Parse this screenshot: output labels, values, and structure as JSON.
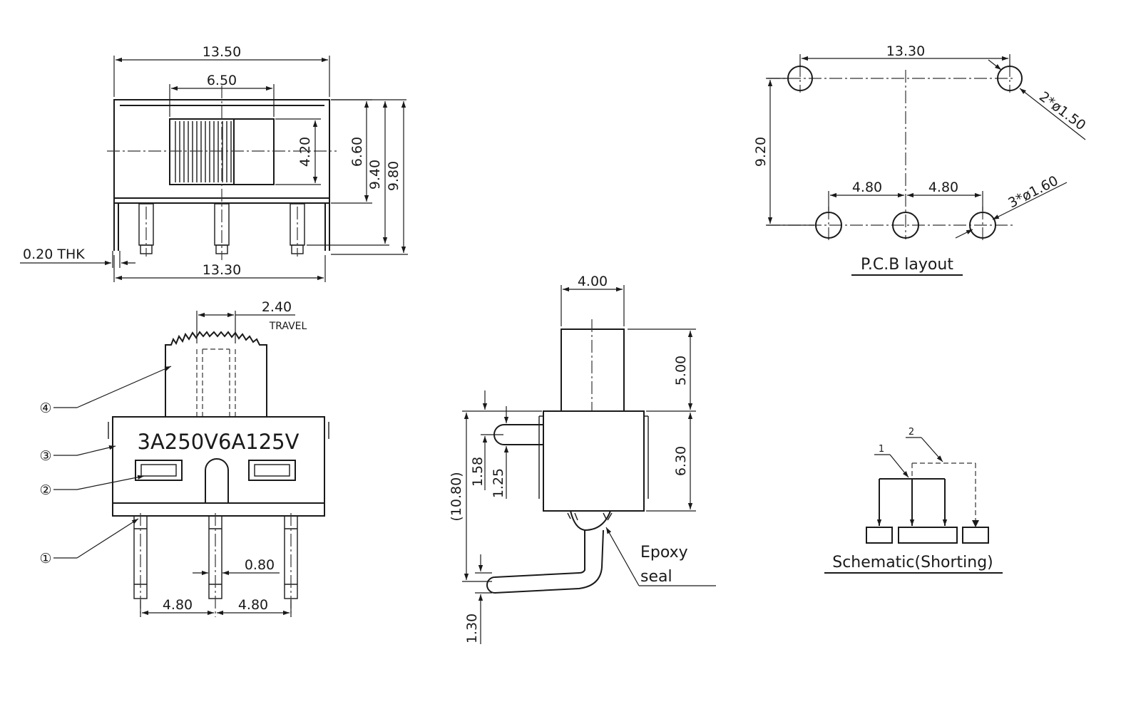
{
  "front_view": {
    "dim_width_overall": "13.50",
    "dim_actuator_width": "6.50",
    "dim_actuator_height": "4.20",
    "dim_body_height": "6.60",
    "dim_height_9_40": "9.40",
    "dim_height_9_80": "9.80",
    "dim_thickness": "0.20 THK",
    "dim_width_bottom": "13.30"
  },
  "side_view": {
    "dim_travel": "2.40",
    "travel_label": "TRAVEL",
    "rating_marking": "3A250V6A125V",
    "callouts": [
      "④",
      "③",
      "②",
      "①"
    ],
    "dim_pin_width": "0.80",
    "dim_pitch_left": "4.80",
    "dim_pitch_right": "4.80"
  },
  "end_view": {
    "dim_actuator": "4.00",
    "dim_actuator_height": "5.00",
    "dim_body_height": "6.30",
    "dim_overall": "(10.80)",
    "dim_1_58": "1.58",
    "dim_1_25": "1.25",
    "dim_1_30": "1.30",
    "epoxy_line1": "Epoxy",
    "epoxy_line2": "seal"
  },
  "pcb_layout": {
    "dim_span": "13.30",
    "dim_hole_large": "2*ø1.50",
    "dim_height": "9.20",
    "dim_pitch_left": "4.80",
    "dim_pitch_right": "4.80",
    "dim_hole_small": "3*ø1.60",
    "title": "P.C.B layout"
  },
  "schematic": {
    "label_1": "1",
    "label_2": "2",
    "title": "Schematic(Shorting)"
  }
}
